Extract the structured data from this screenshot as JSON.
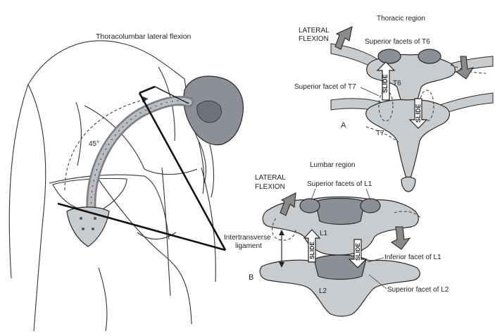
{
  "figure": {
    "left_panel": {
      "title": "Thoracolumbar lateral flexion",
      "angle_label": "45°"
    },
    "thoracic_panel": {
      "region_title": "Thoracic region",
      "panel_letter": "A",
      "lateral_flexion": [
        "LATERAL",
        "FLEXION"
      ],
      "superior_facets_t6": "Superior facets of T6",
      "superior_facet_t7": "Superior facet of T7",
      "t6": "T6",
      "t7": "T7",
      "slide": "SLIDE"
    },
    "lumbar_panel": {
      "region_title": "Lumbar region",
      "panel_letter": "B",
      "lateral_flexion": [
        "LATERAL",
        "FLEXION"
      ],
      "superior_facets_l1": "Superior facets of L1",
      "intertransverse": [
        "Intertransverse",
        "ligament"
      ],
      "l1": "L1",
      "l2": "L2",
      "inferior_facet_l1": "Inferior facet of L1",
      "superior_facet_l2": "Superior facet of L2",
      "slide": "SLIDE"
    }
  }
}
